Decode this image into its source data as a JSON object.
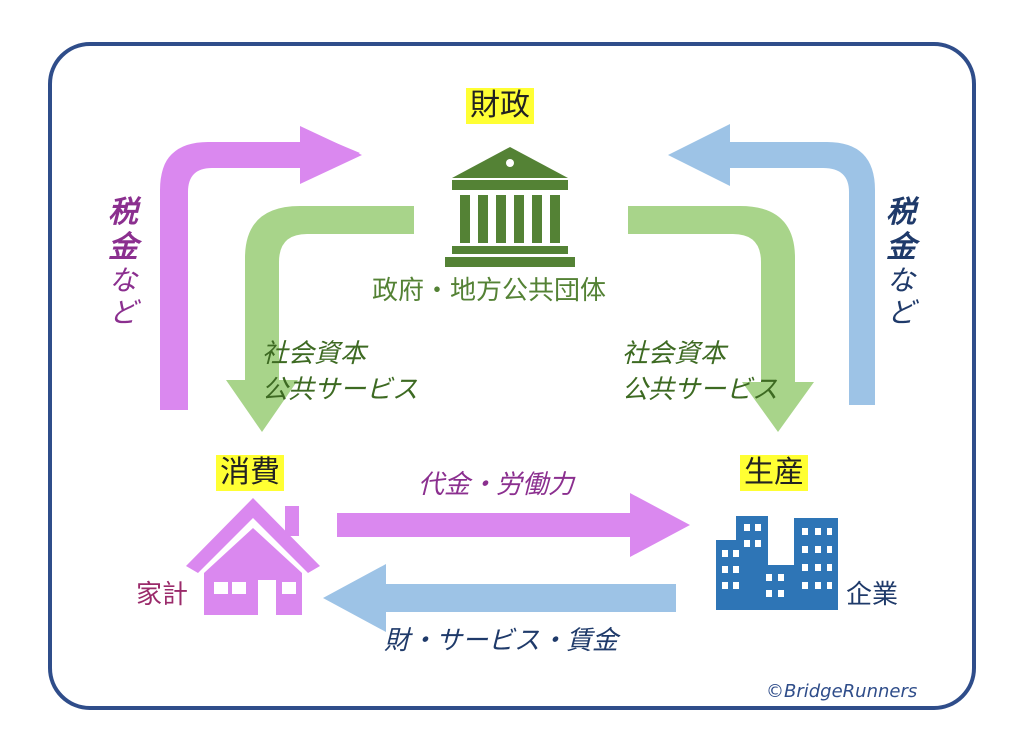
{
  "colors": {
    "frame": "#2f4d8a",
    "purple": "#da88ef",
    "green": "#a8d48a",
    "blue": "#9dc3e6",
    "building_green": "#548235",
    "company_blue": "#2e75b6",
    "highlight": "#ffff33"
  },
  "government": {
    "title": "財政",
    "subtitle": "政府・地方公共団体"
  },
  "household": {
    "title": "消費",
    "label": "家計"
  },
  "company": {
    "title": "生産",
    "label": "企業"
  },
  "left_tax": {
    "line1": "税",
    "line2": "金",
    "line3": "な",
    "line4": "ど"
  },
  "right_tax": {
    "line1": "税",
    "line2": "金",
    "line3": "な",
    "line4": "ど"
  },
  "left_service": {
    "line1": "社会資本",
    "line2": "公共サービス"
  },
  "right_service": {
    "line1": "社会資本",
    "line2": "公共サービス"
  },
  "flow_top": "代金・労働力",
  "flow_bottom": "財・サービス・賃金",
  "copyright": "©BridgeRunners",
  "icons": [
    "government-building-icon",
    "house-icon",
    "office-buildings-icon"
  ]
}
